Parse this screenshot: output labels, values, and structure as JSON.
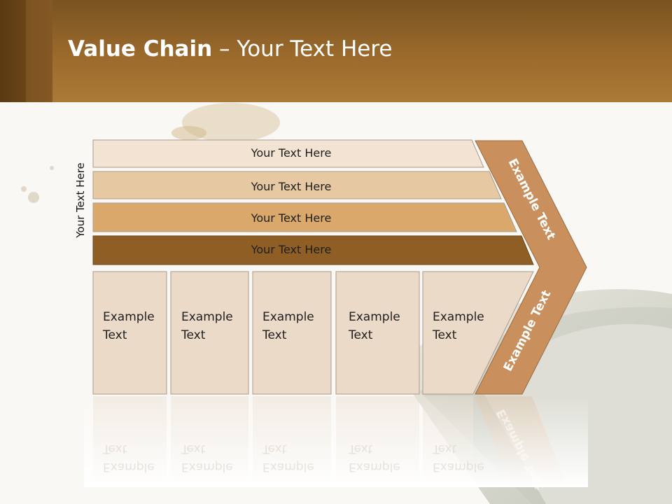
{
  "title": {
    "bold": "Value Chain",
    "rest": " – Your Text Here"
  },
  "side_label": "Your Text Here",
  "bars": [
    {
      "label": "Your Text Here",
      "color": "#f2e3d2"
    },
    {
      "label": "Your Text Here",
      "color": "#e6c8a2"
    },
    {
      "label": "Your Text Here",
      "color": "#d9a86a"
    },
    {
      "label": "Your Text Here",
      "color": "#8e5e25"
    }
  ],
  "boxes": [
    {
      "line1": "Example",
      "line2": "Text"
    },
    {
      "line1": "Example",
      "line2": "Text"
    },
    {
      "line1": "Example",
      "line2": "Text"
    },
    {
      "line1": "Example",
      "line2": "Text"
    },
    {
      "line1": "Example",
      "line2": "Text"
    }
  ],
  "chevron": {
    "upper_label": "Example Text",
    "lower_label": "Example Text",
    "color": "#c98f5c"
  },
  "colors": {
    "header": "#9b6a2c",
    "box_fill": "#ecdac8",
    "box_stroke": "#a79b8e"
  }
}
